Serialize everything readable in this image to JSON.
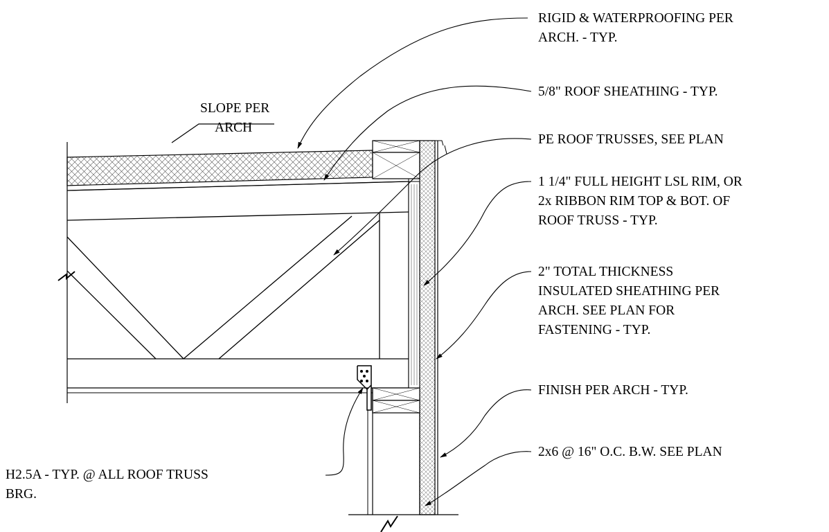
{
  "labels": {
    "slope_line1": "SLOPE PER",
    "slope_line2": "ARCH",
    "rigid_line1": "RIGID & WATERPROOFING PER",
    "rigid_line2": "ARCH. - TYP.",
    "sheathing": "5/8\" ROOF SHEATHING - TYP.",
    "trusses": "PE ROOF TRUSSES, SEE PLAN",
    "rim_line1": "1 1/4\" FULL HEIGHT LSL RIM, OR",
    "rim_line2": "2x RIBBON RIM TOP & BOT. OF",
    "rim_line3": "ROOF TRUSS - TYP.",
    "insul_line1": "2\" TOTAL THICKNESS",
    "insul_line2": "INSULATED SHEATHING PER",
    "insul_line3": "ARCH. SEE PLAN FOR",
    "insul_line4": "FASTENING - TYP.",
    "finish": "FINISH PER ARCH - TYP.",
    "stud": "2x6 @ 16\" O.C. B.W. SEE PLAN",
    "h25a_line1": "H2.5A - TYP. @ ALL ROOF TRUSS",
    "h25a_line2": "BRG."
  }
}
